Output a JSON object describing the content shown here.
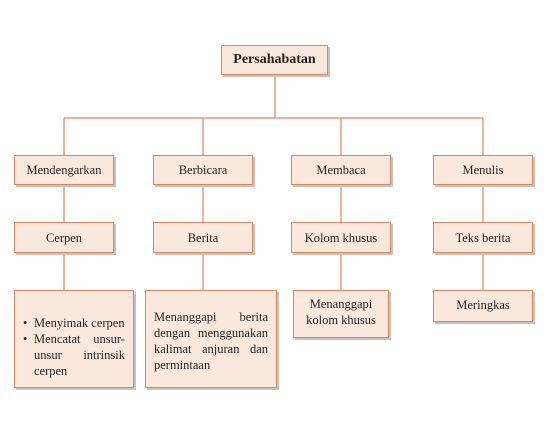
{
  "root": {
    "label": "Persahabatan"
  },
  "branches": [
    {
      "skill": "Mendengarkan",
      "genre": "Cerpen",
      "activities": [
        "Menyimak cerpen",
        "Mencatat unsur-unsur intrinsik cerpen"
      ]
    },
    {
      "skill": "Berbicara",
      "genre": "Berita",
      "activity": "Menanggapi berita dengan menggunakan kalimat anjuran dan permintaan"
    },
    {
      "skill": "Membaca",
      "genre": "Kolom khusus",
      "activity": "Menanggapi kolom khusus"
    },
    {
      "skill": "Menulis",
      "genre": "Teks berita",
      "activity": "Meringkas"
    }
  ],
  "colors": {
    "box_fill": "#fbe8dc",
    "box_border": "#d9875f",
    "connector": "#d9875f",
    "shadow": "#c9c3bf",
    "text": "#231f20"
  }
}
